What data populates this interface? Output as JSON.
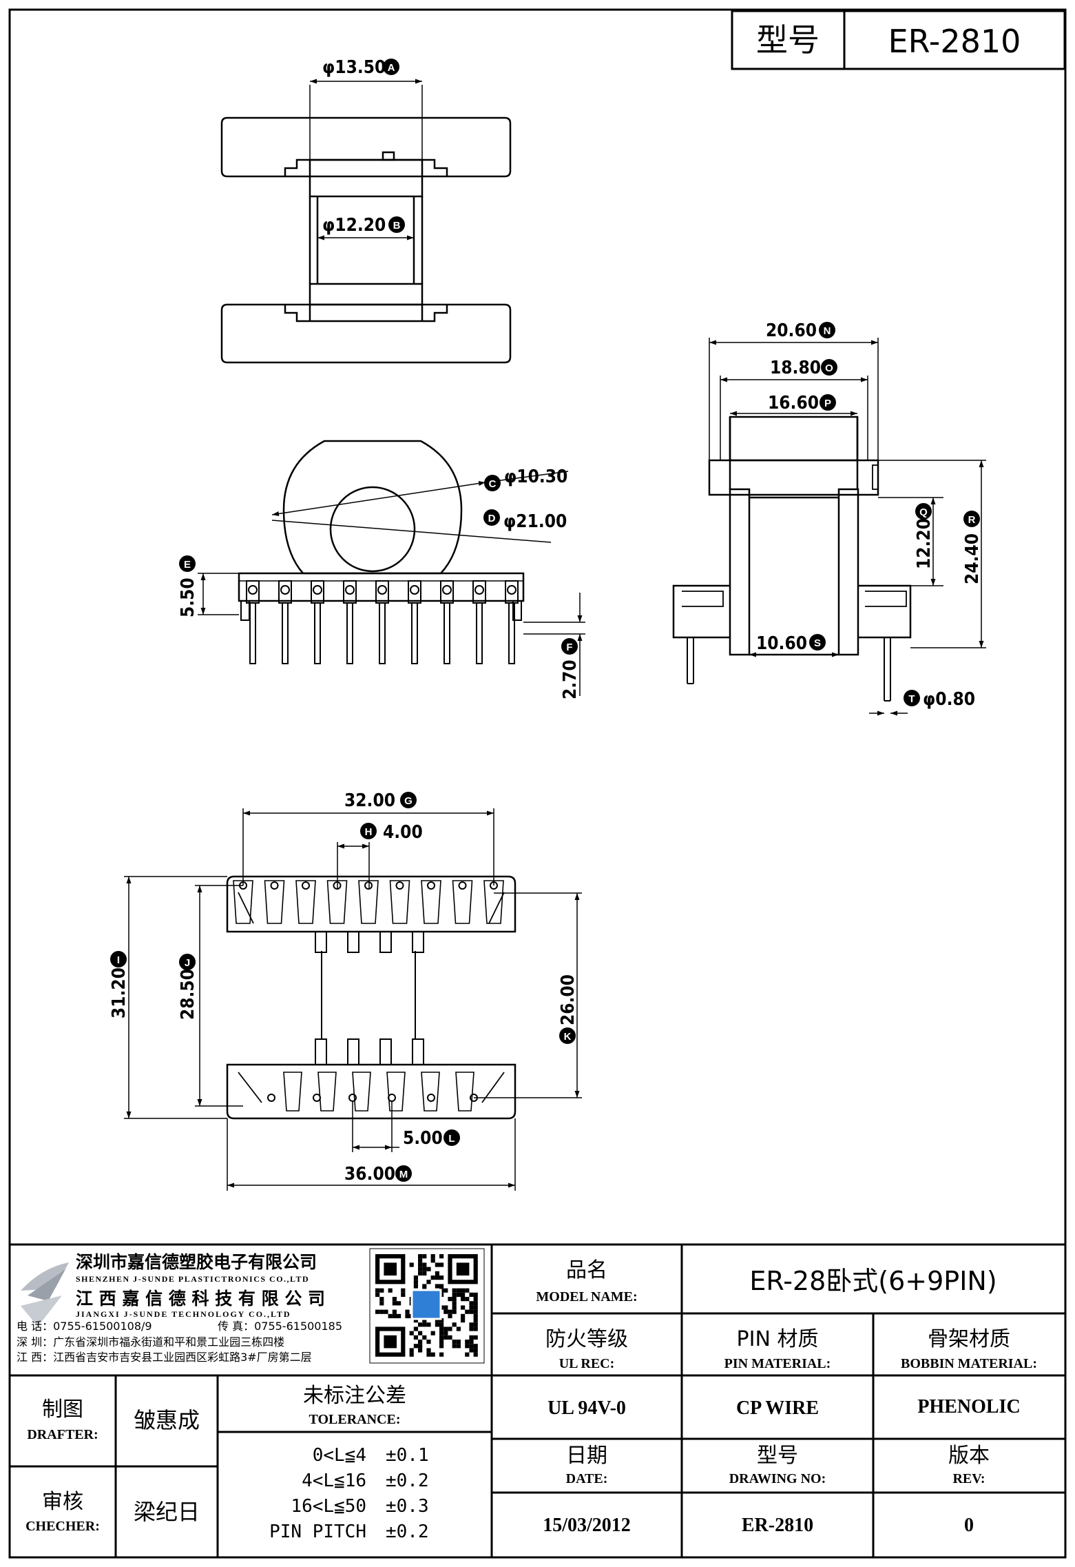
{
  "header": {
    "model_label": "型号",
    "model_value": "ER-2810"
  },
  "dimensions": {
    "A": {
      "value": "φ13.50",
      "letter": "A"
    },
    "B": {
      "value": "φ12.20",
      "letter": "B"
    },
    "C": {
      "value": "φ10.30",
      "letter": "C"
    },
    "D": {
      "value": "φ21.00",
      "letter": "D"
    },
    "E": {
      "value": "5.50",
      "letter": "E"
    },
    "F": {
      "value": "2.70",
      "letter": "F"
    },
    "G": {
      "value": "32.00",
      "letter": "G"
    },
    "H": {
      "value": "4.00",
      "letter": "H"
    },
    "I": {
      "value": "31.20",
      "letter": "I"
    },
    "J": {
      "value": "28.50",
      "letter": "J"
    },
    "K": {
      "value": "26.00",
      "letter": "K"
    },
    "L": {
      "value": "5.00",
      "letter": "L"
    },
    "M": {
      "value": "36.00",
      "letter": "M"
    },
    "N": {
      "value": "20.60",
      "letter": "N"
    },
    "O": {
      "value": "18.80",
      "letter": "O"
    },
    "P": {
      "value": "16.60",
      "letter": "P"
    },
    "Q": {
      "value": "12.20",
      "letter": "Q"
    },
    "R": {
      "value": "24.40",
      "letter": "R"
    },
    "S": {
      "value": "10.60",
      "letter": "S"
    },
    "T": {
      "value": "φ0.80",
      "letter": "T"
    }
  },
  "company": {
    "name_sz": "深圳市嘉信德塑胶电子有限公司",
    "name_sz_en": "SHENZHEN J-SUNDE PLASTICTRONICS CO.,LTD",
    "name_jx": "江 西 嘉 信 德 科 技 有 限 公 司",
    "name_jx_en": "JIANGXI J-SUNDE TECHNOLOGY CO.,LTD",
    "phone": "电 话：0755-61500108/9",
    "fax": "传 真：0755-61500185",
    "addr_sz": "深 圳：广东省深圳市福永街道和平和景工业园三栋四楼",
    "addr_jx": "江 西：江西省吉安市吉安县工业园西区彩虹路3#厂房第二层"
  },
  "titleblock": {
    "product_name_cn": "品名",
    "product_name_en": "MODEL NAME:",
    "product_name_value": "ER-28卧式(6+9PIN)",
    "ul_cn": "防火等级",
    "ul_en": "UL REC:",
    "ul_value": "UL 94V-0",
    "pin_cn": "PIN 材质",
    "pin_en": "PIN MATERIAL:",
    "pin_value": "CP WIRE",
    "bobbin_cn": "骨架材质",
    "bobbin_en": "BOBBIN MATERIAL:",
    "bobbin_value": "PHENOLIC",
    "drafter_cn": "制图",
    "drafter_en": "DRAFTER:",
    "drafter_value": "皱惠成",
    "checker_cn": "审核",
    "checker_en": "CHECHER:",
    "checker_value": "梁纪日",
    "tol_cn": "未标注公差",
    "tol_en": "TOLERANCE:",
    "tolerances": [
      {
        "range": "0<L≦4",
        "tol": "±0.1"
      },
      {
        "range": "4<L≦16",
        "tol": "±0.2"
      },
      {
        "range": "16<L≦50",
        "tol": "±0.3"
      },
      {
        "range": "PIN PITCH",
        "tol": "±0.2"
      }
    ],
    "date_cn": "日期",
    "date_en": "DATE:",
    "date_value": "15/03/2012",
    "drawno_cn": "型号",
    "drawno_en": "DRAWING NO:",
    "drawno_value": "ER-2810",
    "rev_cn": "版本",
    "rev_en": "REV:",
    "rev_value": "0"
  }
}
